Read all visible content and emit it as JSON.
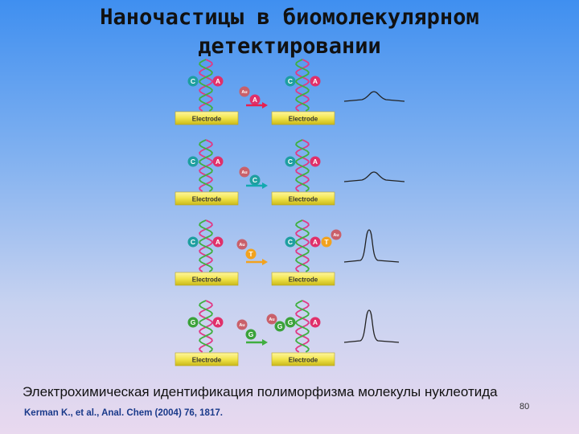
{
  "title": {
    "line1": "Наночастицы в биомолекулярном",
    "line2": "детектировании"
  },
  "electrode_label": "Electrode",
  "particle_label": "Au",
  "rows": [
    {
      "left_bases": [
        "C",
        "A"
      ],
      "middle_particle": {
        "base": "A",
        "has_au": true
      },
      "arrow_color": "#e8204f",
      "right_bases": [
        "C",
        "A"
      ],
      "right_bound": [],
      "signal": "small-broad"
    },
    {
      "left_bases": [
        "C",
        "A"
      ],
      "middle_particle": {
        "base": "C",
        "has_au": true
      },
      "arrow_color": "#13a9b0",
      "right_bases": [
        "C",
        "A"
      ],
      "right_bound": [],
      "signal": "small-broad"
    },
    {
      "left_bases": [
        "C",
        "A"
      ],
      "middle_particle": {
        "base": "T",
        "has_au": true
      },
      "arrow_color": "#f2a21e",
      "right_bases": [
        "C",
        "A"
      ],
      "right_bound": [
        "T"
      ],
      "signal": "tall-sharp"
    },
    {
      "left_bases": [
        "G",
        "A"
      ],
      "middle_particle": {
        "base": "G",
        "has_au": true
      },
      "arrow_color": "#3fae3f",
      "right_bases": [
        "G",
        "A"
      ],
      "right_bound": [
        "G"
      ],
      "signal": "tall-sharp"
    }
  ],
  "base_colors": {
    "A": "#e0306a",
    "C": "#1e9fa0",
    "G": "#3aa23a",
    "T": "#f2a21e",
    "Au": "#c9606a"
  },
  "caption": "Электрохимическая идентификация полиморфизма молекулы нуклеотида",
  "reference": "Kerman K., et al., Anal. Chem (2004) 76, 1817.",
  "slide_number": "80"
}
